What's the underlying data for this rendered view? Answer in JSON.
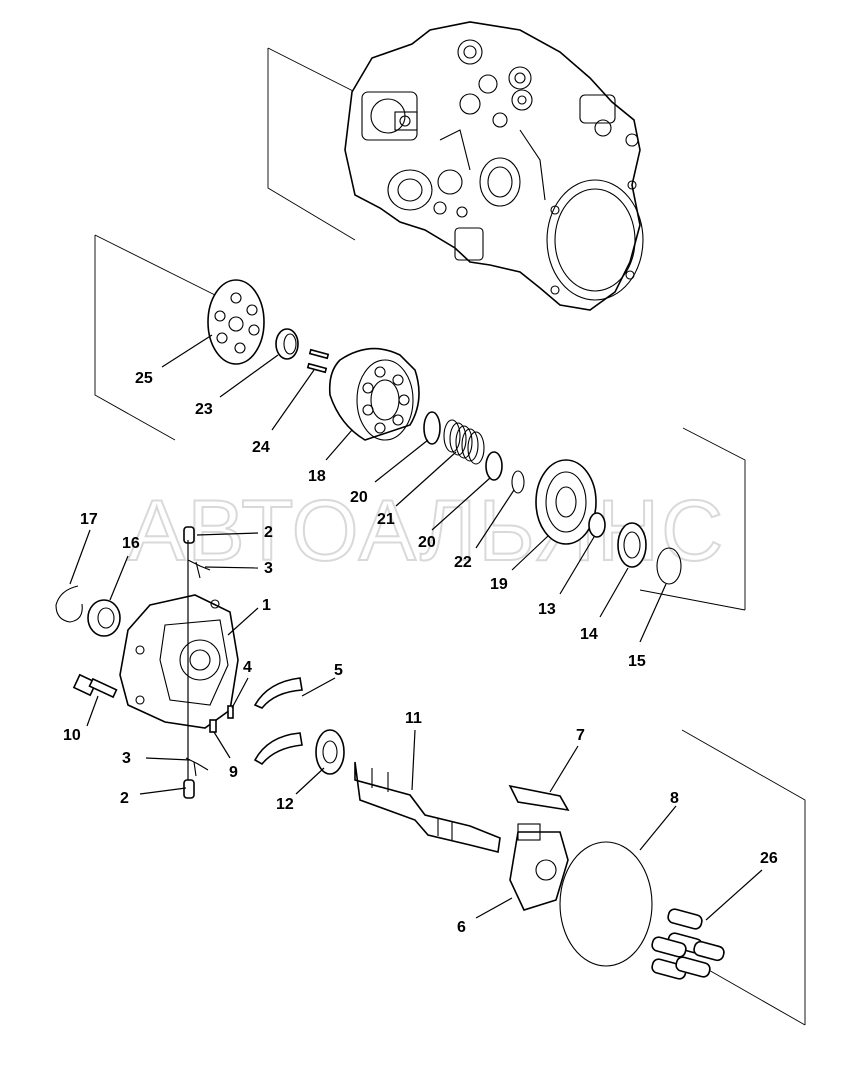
{
  "watermark": "АВТОАЛЬЯНС",
  "callouts": [
    {
      "id": "c25",
      "text": "25"
    },
    {
      "id": "c23",
      "text": "23"
    },
    {
      "id": "c24",
      "text": "24"
    },
    {
      "id": "c18",
      "text": "18"
    },
    {
      "id": "c20a",
      "text": "20"
    },
    {
      "id": "c21",
      "text": "21"
    },
    {
      "id": "c20b",
      "text": "20"
    },
    {
      "id": "c22",
      "text": "22"
    },
    {
      "id": "c19",
      "text": "19"
    },
    {
      "id": "c13",
      "text": "13"
    },
    {
      "id": "c14",
      "text": "14"
    },
    {
      "id": "c15",
      "text": "15"
    },
    {
      "id": "c17",
      "text": "17"
    },
    {
      "id": "c16",
      "text": "16"
    },
    {
      "id": "c2a",
      "text": "2"
    },
    {
      "id": "c3a",
      "text": "3"
    },
    {
      "id": "c1",
      "text": "1"
    },
    {
      "id": "c4",
      "text": "4"
    },
    {
      "id": "c5",
      "text": "5"
    },
    {
      "id": "c10",
      "text": "10"
    },
    {
      "id": "c3b",
      "text": "3"
    },
    {
      "id": "c9",
      "text": "9"
    },
    {
      "id": "c2b",
      "text": "2"
    },
    {
      "id": "c12",
      "text": "12"
    },
    {
      "id": "c11",
      "text": "11"
    },
    {
      "id": "c7",
      "text": "7"
    },
    {
      "id": "c8",
      "text": "8"
    },
    {
      "id": "c26",
      "text": "26"
    },
    {
      "id": "c6",
      "text": "6"
    }
  ]
}
